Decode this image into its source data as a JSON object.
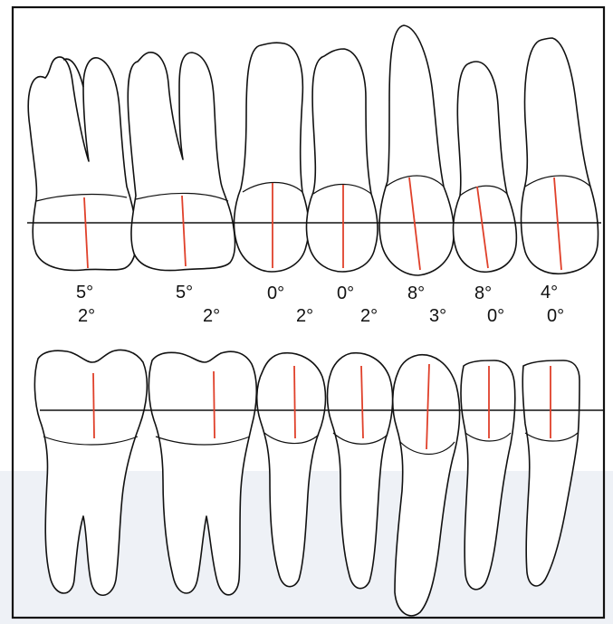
{
  "upper_angles": [
    "5°",
    "5°",
    "0°",
    "0°",
    "8°",
    "8°",
    "4°"
  ],
  "lower_angles": [
    "2°",
    "2°",
    "2°",
    "2°",
    "3°",
    "0°",
    "0°"
  ],
  "colors": {
    "outline": "#111111",
    "axis_line": "#e0402a",
    "border": "#111111",
    "background": "#ffffff",
    "page_tint": "#f3f5f8"
  }
}
